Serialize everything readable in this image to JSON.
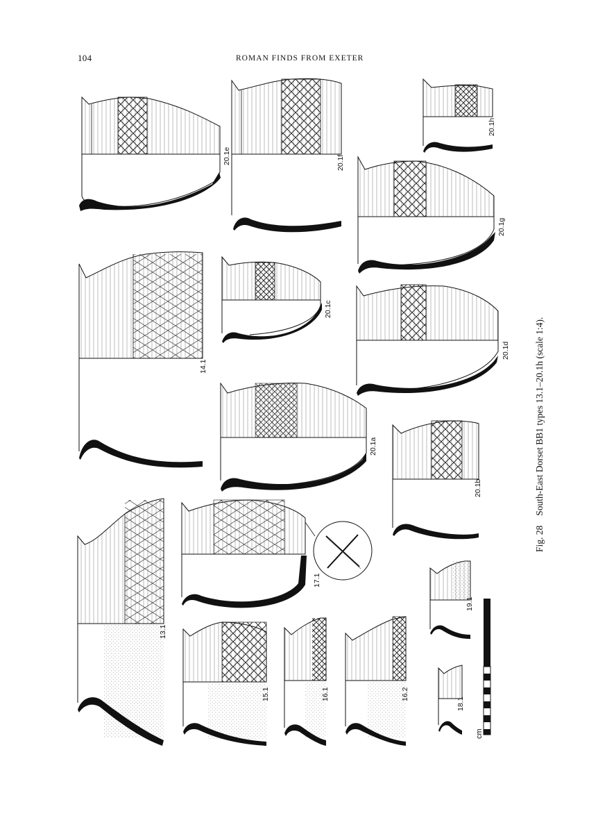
{
  "header": {
    "page_number": "104",
    "running_head": "ROMAN FINDS FROM EXETER"
  },
  "caption": {
    "figure": "Fig. 28",
    "text": "South-East Dorset BB1 types 13.1–20.1h (scale 1:4)."
  },
  "vessels": {
    "v201e": "20.1e",
    "v201f": "20.1f",
    "v201h": "20.1h",
    "v201g": "20.1g",
    "v141": "14.1",
    "v201c": "20.1c",
    "v201d": "20.1d",
    "v201a": "20.1a",
    "v201b": "20.1b",
    "v131": "13.1",
    "v171": "17.1",
    "v191": "19.1",
    "v151": "15.1",
    "v161": "16.1",
    "v162": "16.2",
    "v181": "18.1"
  },
  "scale_bar": {
    "unit": "cm"
  }
}
